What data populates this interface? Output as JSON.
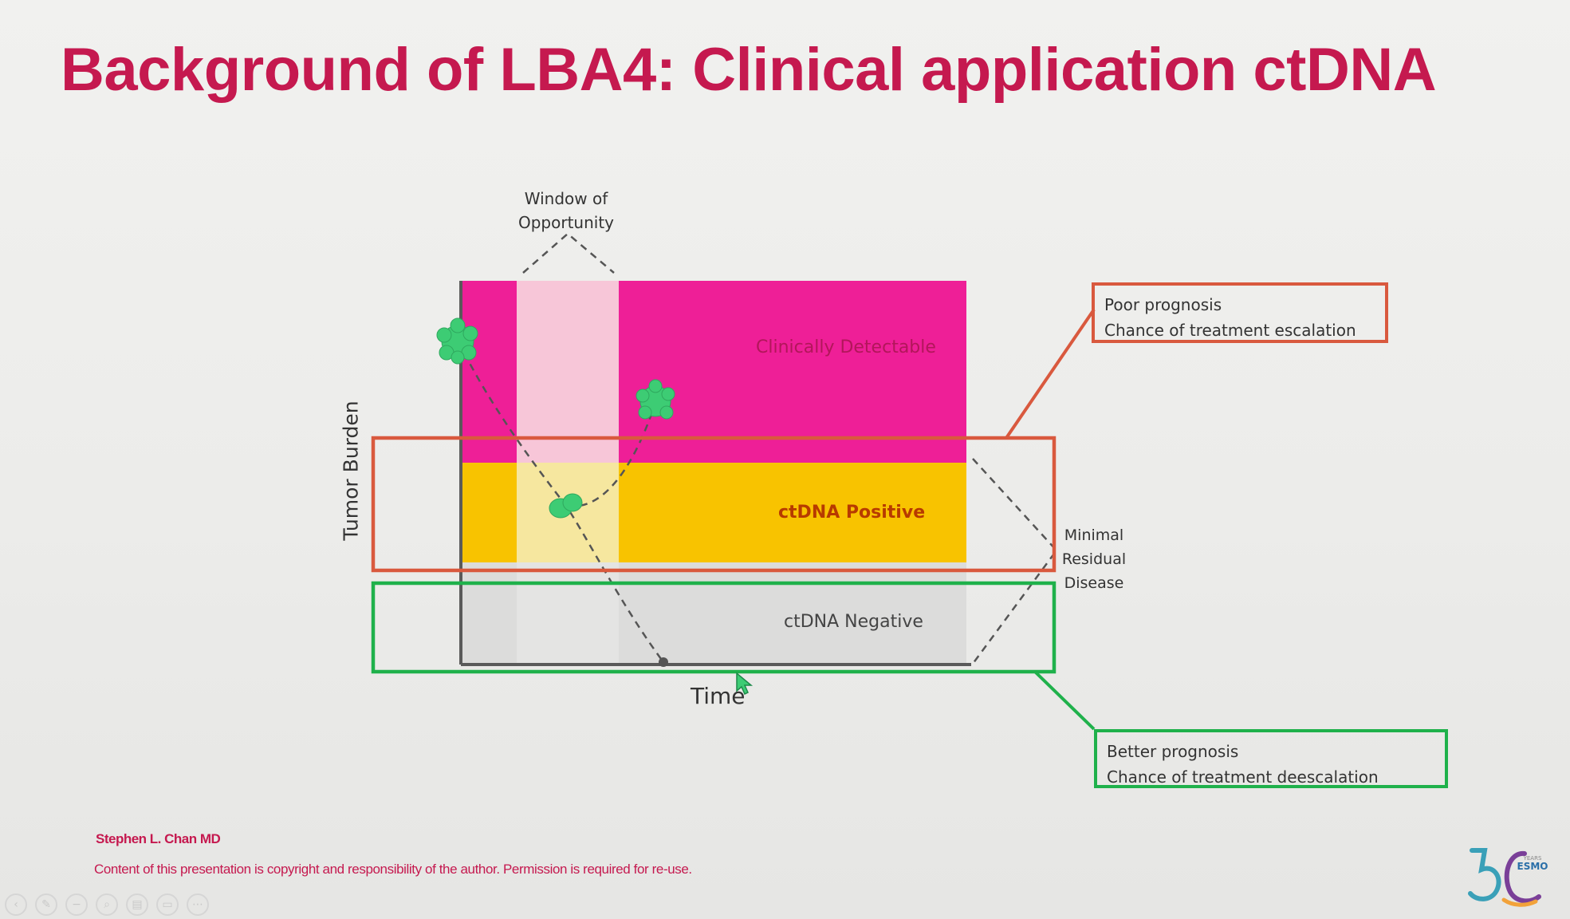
{
  "slide": {
    "title": "Background of LBA4: Clinical application ctDNA",
    "author": "Stephen L. Chan MD",
    "copyright": "Content of this presentation is copyright and responsibility of the author. Permission is required for re-use."
  },
  "diagram": {
    "window_label_line1": "Window of",
    "window_label_line2": "Opportunity",
    "y_axis_label": "Tumor Burden",
    "x_axis_label": "Time",
    "zones": {
      "clinically_detectable": "Clinically Detectable",
      "ctdna_positive": "ctDNA Positive",
      "ctdna_negative": "ctDNA Negative"
    },
    "mrd_line1": "Minimal",
    "mrd_line2": "Residual",
    "mrd_line3": "Disease",
    "colors": {
      "clinical": "#ee1f97",
      "window_clinical": "#f7c6d8",
      "positive": "#f8c300",
      "window_positive": "#f6e79f",
      "negative": "#dcdcdb",
      "poor_box": "#d9593e",
      "better_box": "#1fb14b",
      "tumor_cell": "#3dcc74"
    }
  },
  "callouts": {
    "poor_line1": "Poor prognosis",
    "poor_line2": "Chance of treatment escalation",
    "better_line1": "Better prognosis",
    "better_line2": "Chance of treatment deescalation"
  },
  "logo": {
    "years_text": "YEARS",
    "brand": "ESMO",
    "icon": "esmo-50-years-logo"
  },
  "toolbar": {
    "icons": [
      "previous-icon",
      "pen-icon",
      "zoom-out-icon",
      "zoom-icon",
      "slides-icon",
      "subtitles-icon",
      "more-icon"
    ]
  }
}
